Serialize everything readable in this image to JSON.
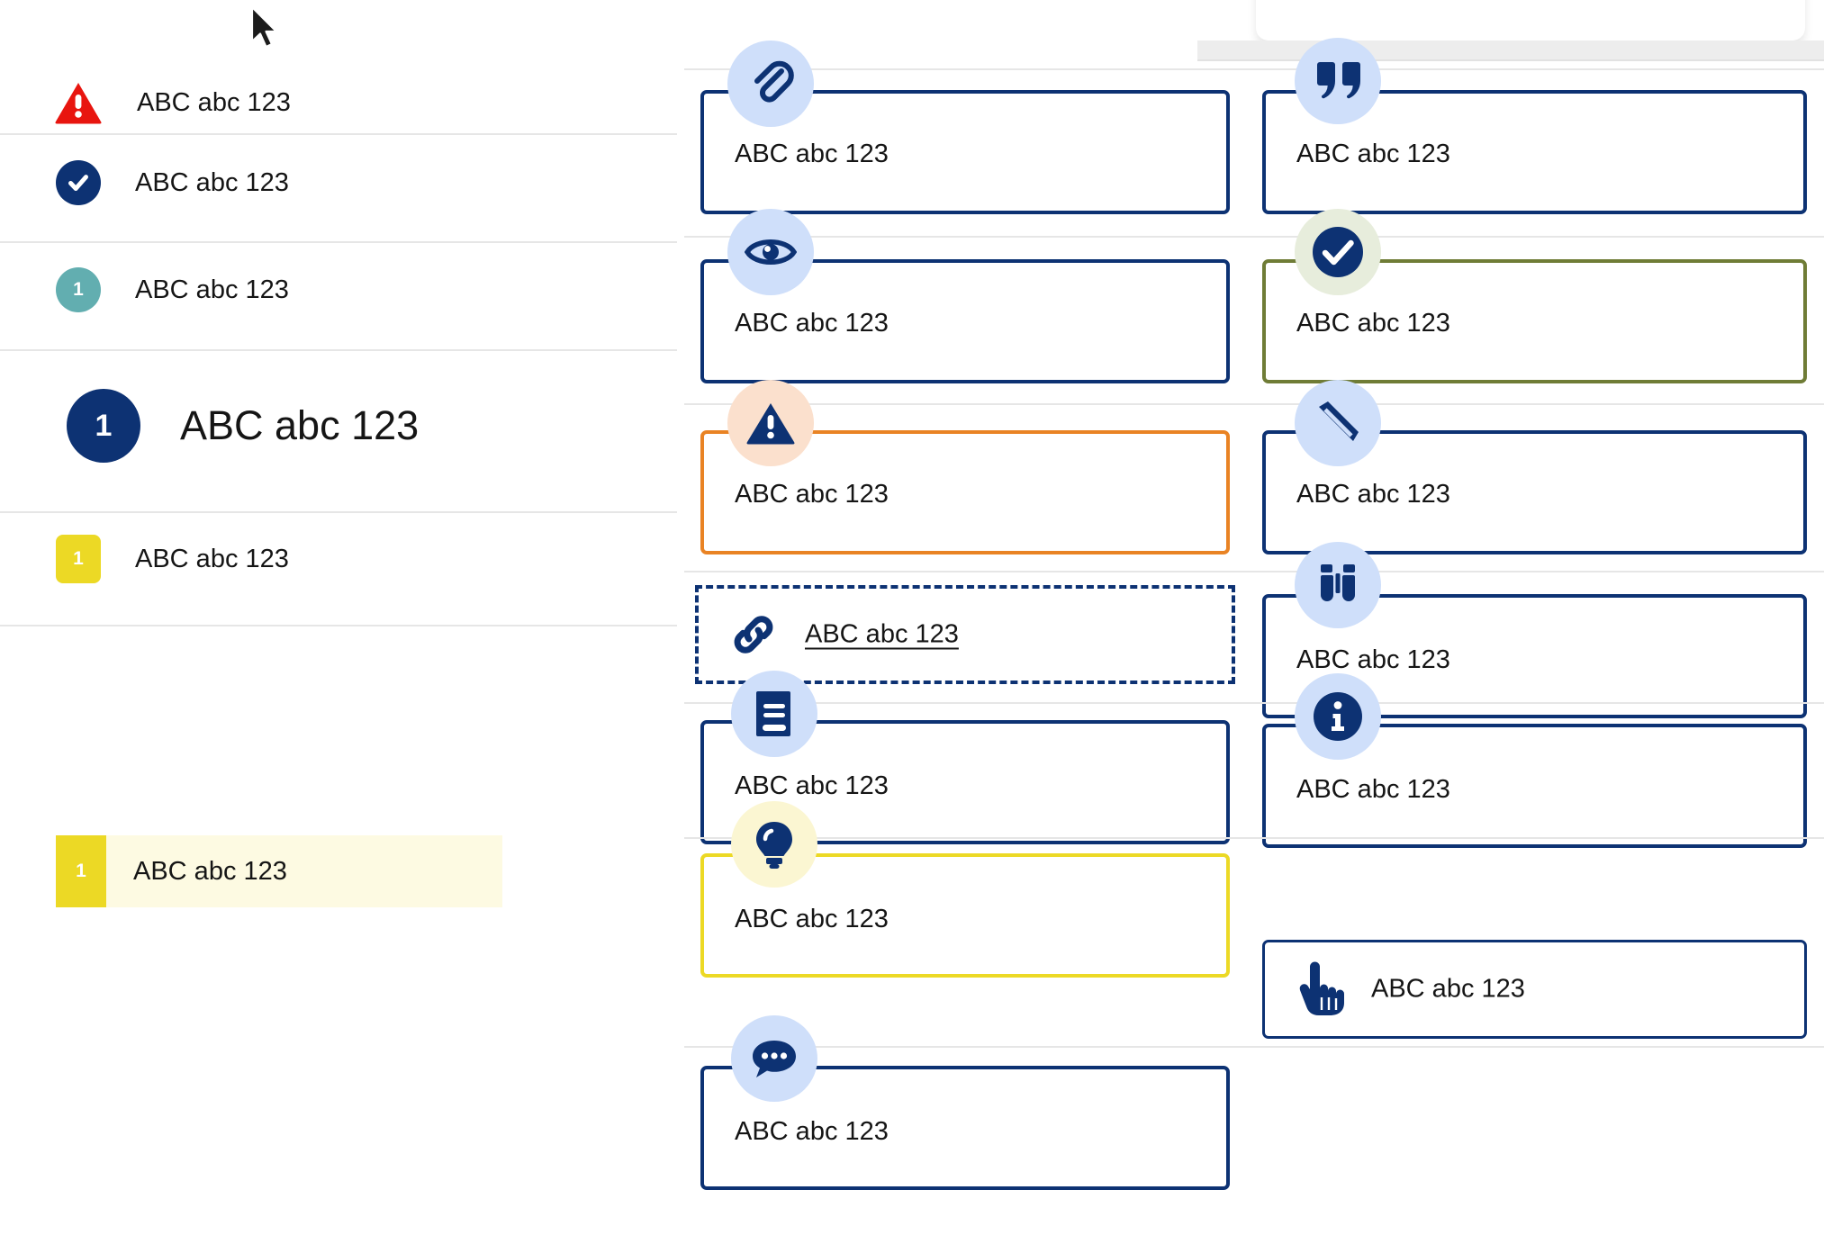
{
  "page": {
    "text_sample": "ABC abc 123",
    "colors": {
      "navy": "#0d3273",
      "red": "#e8150f",
      "teal": "#62aeb0",
      "yellow": "#ecd925",
      "yellow_border": "#ecd925",
      "orange": "#e98324",
      "olive": "#6f7c36",
      "light_blue_bg": "#cfdffa",
      "peach_bg": "#fbe0cd",
      "pale_green_bg": "#e7eddc",
      "pale_yellow_bg": "#fbf6d2",
      "highlight_bg": "#fdfae2",
      "separator": "#e6e6e6",
      "text": "#151515"
    }
  },
  "left_column": {
    "rows": [
      {
        "badge_type": "triangle-warning",
        "badge_label": "",
        "label": "ABC abc 123",
        "icon": "warning-triangle-icon"
      },
      {
        "badge_type": "circle-check",
        "badge_label": "",
        "label": "ABC abc 123",
        "icon": "check-circle-icon"
      },
      {
        "badge_type": "circle-number",
        "badge_label": "1",
        "label": "ABC abc 123",
        "icon": "number-badge-teal"
      },
      {
        "badge_type": "circle-number-lg",
        "badge_label": "1",
        "label": "ABC abc 123",
        "icon": "number-badge-navy-large"
      },
      {
        "badge_type": "square-number",
        "badge_label": "1",
        "label": "ABC abc 123",
        "icon": "number-badge-yellow"
      }
    ],
    "highlighted_row": {
      "badge_label": "1",
      "label": "ABC abc 123",
      "icon": "number-badge-yellow-bar"
    }
  },
  "middle_column": {
    "cards": [
      {
        "icon": "paperclip-icon",
        "label": "ABC abc 123",
        "border": "solid-navy",
        "circle_bg": "light-blue"
      },
      {
        "icon": "eye-icon",
        "label": "ABC abc 123",
        "border": "solid-navy",
        "circle_bg": "light-blue"
      },
      {
        "icon": "warning-triangle-icon",
        "label": "ABC abc 123",
        "border": "solid-orange",
        "circle_bg": "peach"
      },
      {
        "icon": "link-chain-icon",
        "label": "ABC abc 123",
        "border": "dashed-navy",
        "circle_bg": "none",
        "underlined": true
      },
      {
        "icon": "book-icon",
        "label": "ABC abc 123",
        "border": "solid-navy",
        "circle_bg": "light-blue"
      },
      {
        "icon": "lightbulb-icon",
        "label": "ABC abc 123",
        "border": "solid-yellow",
        "circle_bg": "pale-yellow"
      },
      {
        "icon": "comment-bubble-icon",
        "label": "ABC abc 123",
        "border": "solid-navy",
        "circle_bg": "light-blue"
      }
    ]
  },
  "right_column": {
    "cards": [
      {
        "icon": "quote-marks-icon",
        "label": "ABC abc 123",
        "border": "solid-navy",
        "circle_bg": "light-blue"
      },
      {
        "icon": "check-circle-icon",
        "label": "ABC abc 123",
        "border": "solid-olive",
        "circle_bg": "pale-green"
      },
      {
        "icon": "pencil-icon",
        "label": "ABC abc 123",
        "border": "solid-navy",
        "circle_bg": "light-blue"
      },
      {
        "icon": "binoculars-icon",
        "label": "ABC abc 123",
        "border": "solid-navy",
        "circle_bg": "light-blue"
      },
      {
        "icon": "info-circle-icon",
        "label": "ABC abc 123",
        "border": "solid-navy",
        "circle_bg": "light-blue"
      },
      {
        "icon": "hand-pointer-icon",
        "label": "ABC abc 123",
        "border": "solid-navy-thin",
        "circle_bg": "none"
      }
    ]
  }
}
